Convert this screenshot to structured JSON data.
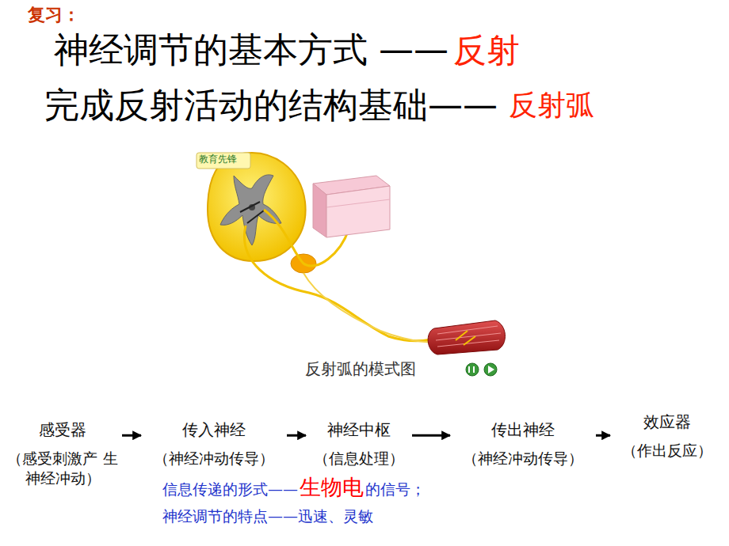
{
  "diagram": {
    "caption": "反射弧的模式图",
    "nodes": [
      {
        "text": [
          "感受器",
          "（感受刺激产 生神经冲动）"
        ]
      },
      {
        "text": [
          "传入神经",
          "（神经冲动传导）"
        ]
      },
      {
        "text": [
          "神经中枢",
          "（信息处理）"
        ]
      },
      {
        "text": [
          "传出神经",
          "（神经冲动传导）"
        ]
      },
      {
        "text": [
          "效应器",
          "（作出反应）"
        ]
      }
    ],
    "edges": [
      {
        "from": 0,
        "to": 1,
        "arrow": "to"
      },
      {
        "from": 1,
        "to": 2,
        "arrow": "to"
      },
      {
        "from": 2,
        "to": 3,
        "arrow": "to"
      },
      {
        "from": 3,
        "to": 4,
        "arrow": "to"
      }
    ],
    "labels": [
      "复习：",
      "神经调节的基本方式 ——",
      "反射",
      "完成反射活动的结构基础——",
      "反射弧",
      "教育先锋",
      "信息传递的形式——",
      "生物电",
      "的信号；",
      "神经调节的特点——迅速、灵敏"
    ]
  }
}
